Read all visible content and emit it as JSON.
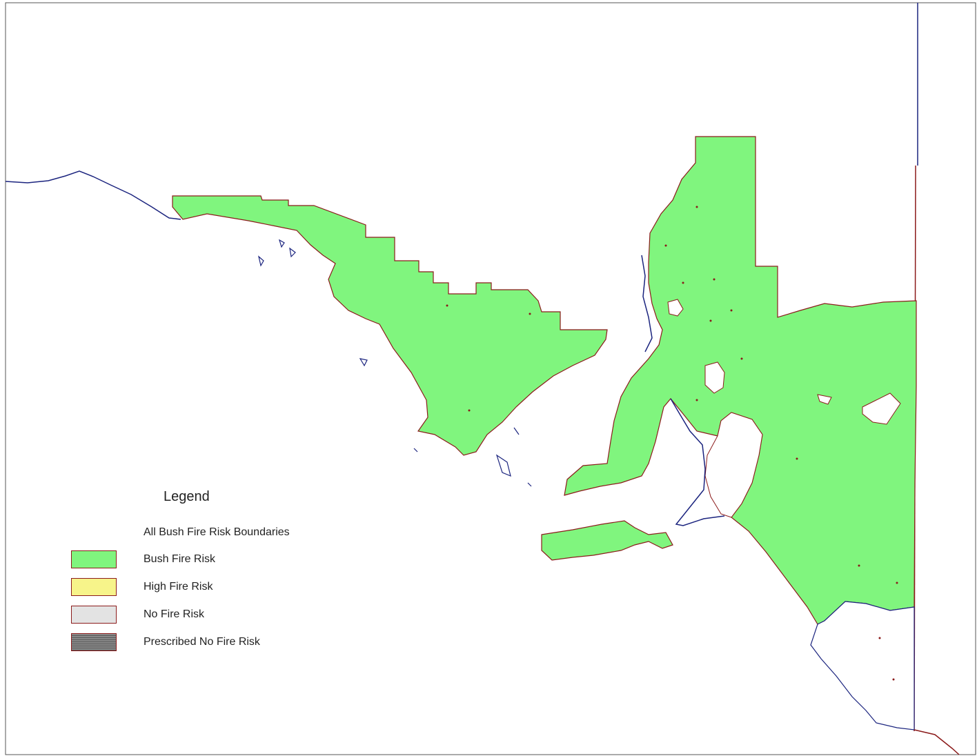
{
  "legend": {
    "title": "Legend",
    "subtitle": "All Bush Fire Risk Boundaries",
    "items": [
      {
        "label": "Bush Fire Risk",
        "color": "#80f57e"
      },
      {
        "label": "High Fire Risk",
        "color": "#f7f48a"
      },
      {
        "label": "No Fire Risk",
        "color": "#e3e3e3"
      },
      {
        "label": "Prescribed No Fire Risk",
        "color": "#7d7d7d"
      }
    ]
  },
  "colors": {
    "bush_fire_risk": "#80f57e",
    "region_outline": "#8b1a1a",
    "coastline": "#1a237e",
    "background": "#ffffff"
  }
}
